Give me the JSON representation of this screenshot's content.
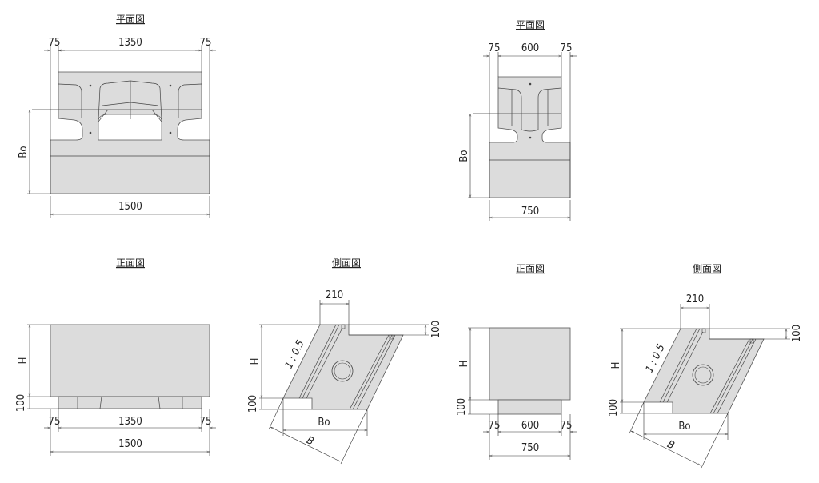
{
  "plan_large": {
    "title": "平面図",
    "dim_left": "75",
    "dim_mid": "1350",
    "dim_right": "75",
    "dim_height": "Bo",
    "dim_total": "1500"
  },
  "plan_small": {
    "title": "平面図",
    "dim_left": "75",
    "dim_mid": "600",
    "dim_right": "75",
    "dim_height": "Bo",
    "dim_total": "750"
  },
  "front_large": {
    "title": "正面図",
    "dim_h": "H",
    "dim_foot": "100",
    "dim_left": "75",
    "dim_mid": "1350",
    "dim_right": "75",
    "dim_total": "1500"
  },
  "front_small": {
    "title": "正面図",
    "dim_h": "H",
    "dim_foot": "100",
    "dim_left": "75",
    "dim_mid": "600",
    "dim_right": "75",
    "dim_total": "750"
  },
  "side_large": {
    "title": "側面図",
    "dim_top": "210",
    "dim_step": "100",
    "dim_h": "H",
    "dim_foot": "100",
    "slope": "1 : 0.5",
    "dim_bo": "Bo",
    "dim_b": "B"
  },
  "side_small": {
    "title": "側面図",
    "dim_top": "210",
    "dim_step": "100",
    "dim_h": "H",
    "dim_foot": "100",
    "slope": "1 : 0.5",
    "dim_bo": "Bo",
    "dim_b": "B"
  },
  "colors": {
    "concrete": "#dcdcdc",
    "line": "#444444"
  }
}
